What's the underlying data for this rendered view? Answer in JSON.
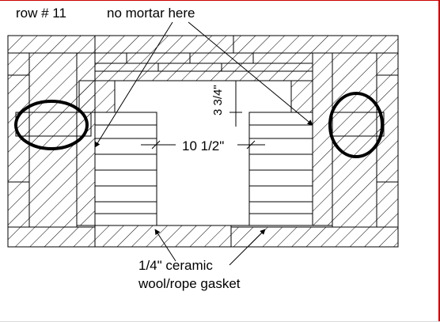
{
  "labels": {
    "row": "row # 11",
    "no_mortar": "no mortar here",
    "height_dim": "3 3/4\"",
    "width_dim": "10 1/2\"",
    "gasket_line1": "1/4\" ceramic",
    "gasket_line2": "wool/rope gasket"
  },
  "colors": {
    "frame": "#cc0000",
    "ink": "#000000"
  }
}
